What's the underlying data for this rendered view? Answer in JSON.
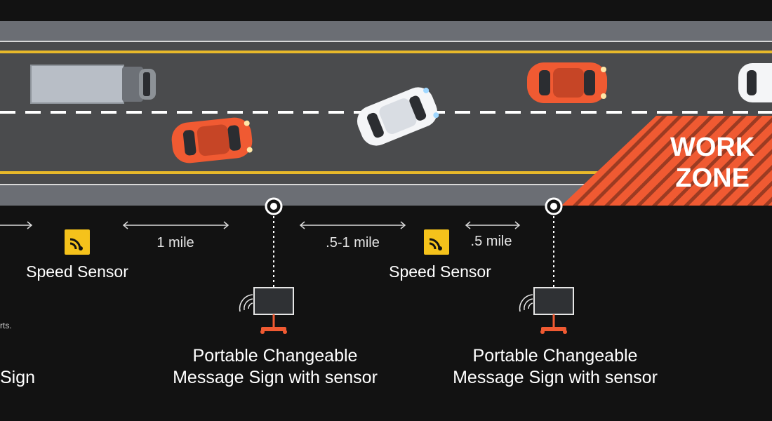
{
  "road": {
    "work_zone_line1": "WORK",
    "work_zone_line2": "ZONE"
  },
  "distances": [
    "1 mile",
    ".5-1 mile",
    ".5 mile"
  ],
  "speed_sensors": [
    {
      "label": "Speed Sensor",
      "icon": "wifi-sensor-icon"
    },
    {
      "label": "Speed Sensor",
      "icon": "wifi-sensor-icon"
    }
  ],
  "message_signs": [
    {
      "line1": "Portable Changeable",
      "line2": "Message Sign with sensor",
      "icon": "message-sign-icon"
    },
    {
      "line1": "Portable Changeable",
      "line2": "Message Sign with sensor",
      "icon": "message-sign-icon"
    }
  ],
  "cropped_left": {
    "note_fragment": "rts.",
    "sign_fragment": "Sign"
  },
  "colors": {
    "background": "#121212",
    "road": "#4a4b4d",
    "shoulder": "#6b6e74",
    "lane_yellow": "#e8b92a",
    "work_zone": "#f05a32",
    "sensor_yellow": "#f5c21b",
    "car_orange": "#f05a32"
  }
}
